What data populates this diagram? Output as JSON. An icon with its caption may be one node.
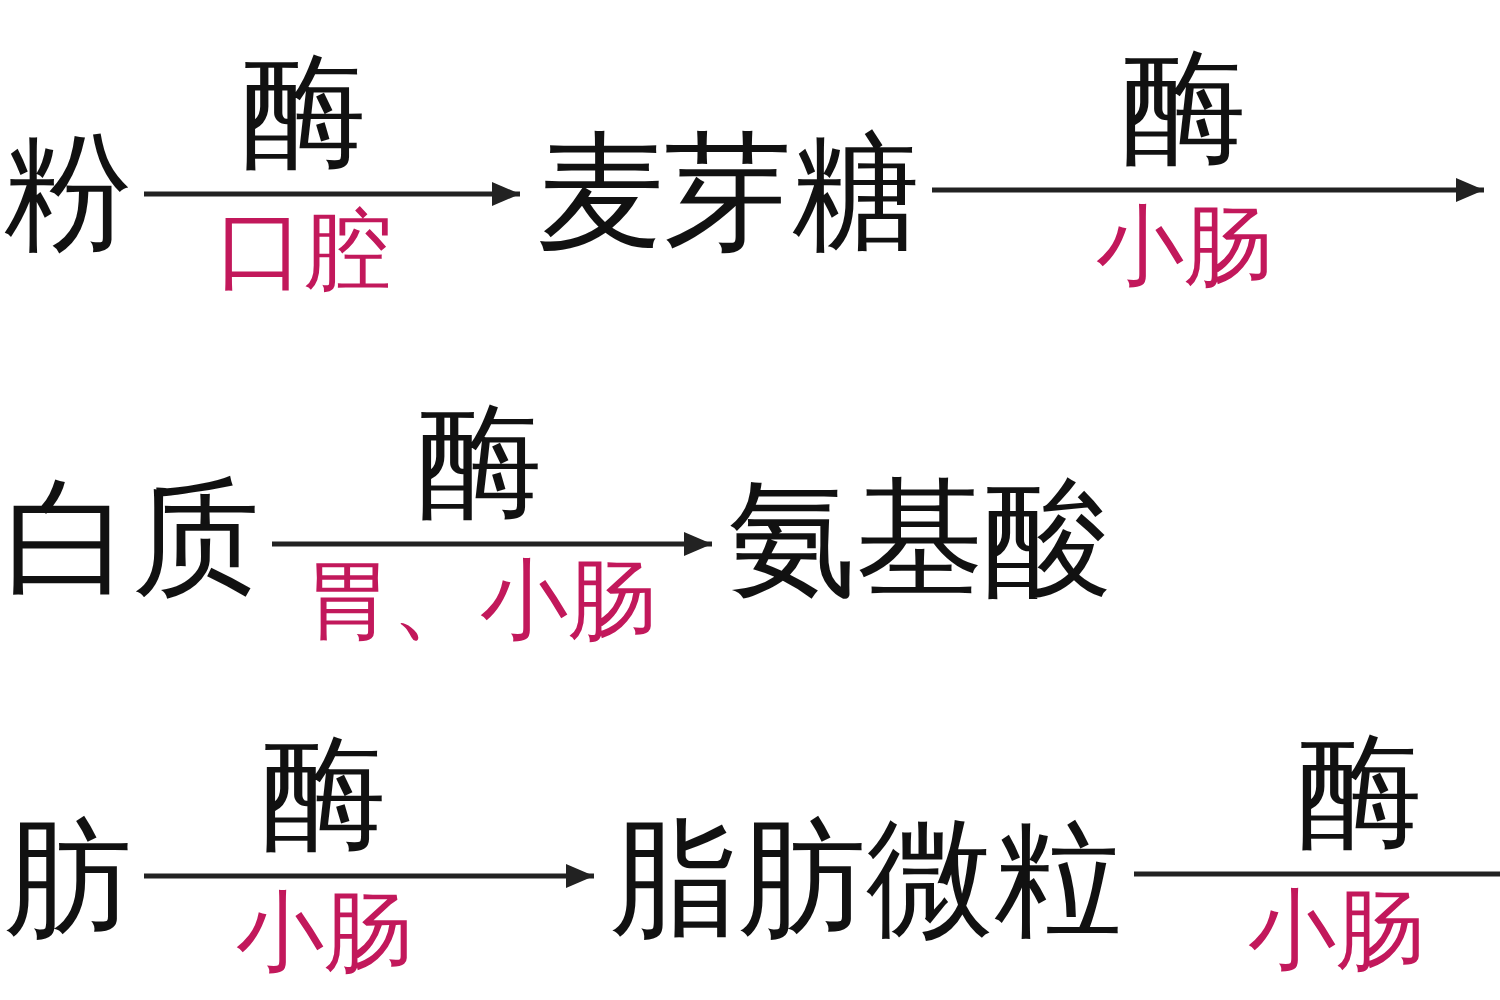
{
  "diagram": {
    "nodes": [
      {
        "text": [
          "粉"
        ]
      },
      {
        "text": [
          "麦芽糖"
        ]
      },
      {
        "text": [
          "白质"
        ]
      },
      {
        "text": [
          "氨基酸"
        ]
      },
      {
        "text": [
          "肪"
        ]
      },
      {
        "text": [
          "脂肪微粒"
        ]
      }
    ],
    "edges": [
      {
        "from": 0,
        "to": 1,
        "arrow": "to",
        "label": "酶"
      },
      {
        "from": 1,
        "to": null,
        "arrow": "to",
        "label": "酶"
      },
      {
        "from": 2,
        "to": 3,
        "arrow": "to",
        "label": "酶"
      },
      {
        "from": 4,
        "to": 5,
        "arrow": "to",
        "label": "酶"
      },
      {
        "from": 5,
        "to": null,
        "arrow": "none",
        "label": "酶"
      }
    ],
    "labels": [
      "口腔",
      "小肠",
      "胃、小肠",
      "小肠",
      "小肠"
    ]
  }
}
